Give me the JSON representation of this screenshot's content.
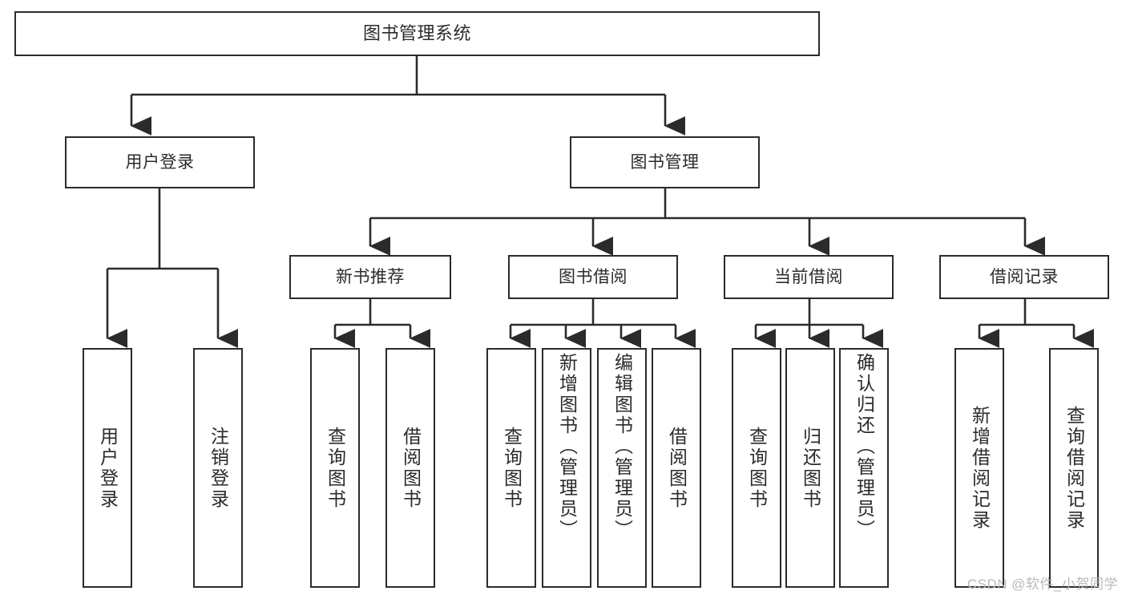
{
  "diagram": {
    "title": "图书管理系统",
    "type": "tree-hierarchy-diagram",
    "watermark": "CSDN @软件_小贺同学",
    "colors": {
      "box_border": "#2b2b2b",
      "box_fill": "#ffffff",
      "connector": "#2b2b2b",
      "watermark": "#b9b9b9",
      "background": "#ffffff"
    },
    "root": {
      "label": "图书管理系统"
    },
    "level2": [
      {
        "label": "用户登录"
      },
      {
        "label": "图书管理"
      }
    ],
    "level3": [
      {
        "label": "新书推荐"
      },
      {
        "label": "图书借阅"
      },
      {
        "label": "当前借阅"
      },
      {
        "label": "借阅记录"
      }
    ],
    "leaves": {
      "user_login": [
        {
          "label": "用户登录"
        },
        {
          "label": "注销登录"
        }
      ],
      "new_book_recommend": [
        {
          "label": "查询图书"
        },
        {
          "label": "借阅图书"
        }
      ],
      "book_borrow": [
        {
          "label": "查询图书"
        },
        {
          "label": "新增图书（管理员）"
        },
        {
          "label": "编辑图书（管理员）"
        },
        {
          "label": "借阅图书"
        }
      ],
      "current_borrow": [
        {
          "label": "查询图书"
        },
        {
          "label": "归还图书"
        },
        {
          "label": "确认归还（管理员）"
        }
      ],
      "borrow_record": [
        {
          "label": "新增借阅记录"
        },
        {
          "label": "查询借阅记录"
        }
      ]
    }
  }
}
